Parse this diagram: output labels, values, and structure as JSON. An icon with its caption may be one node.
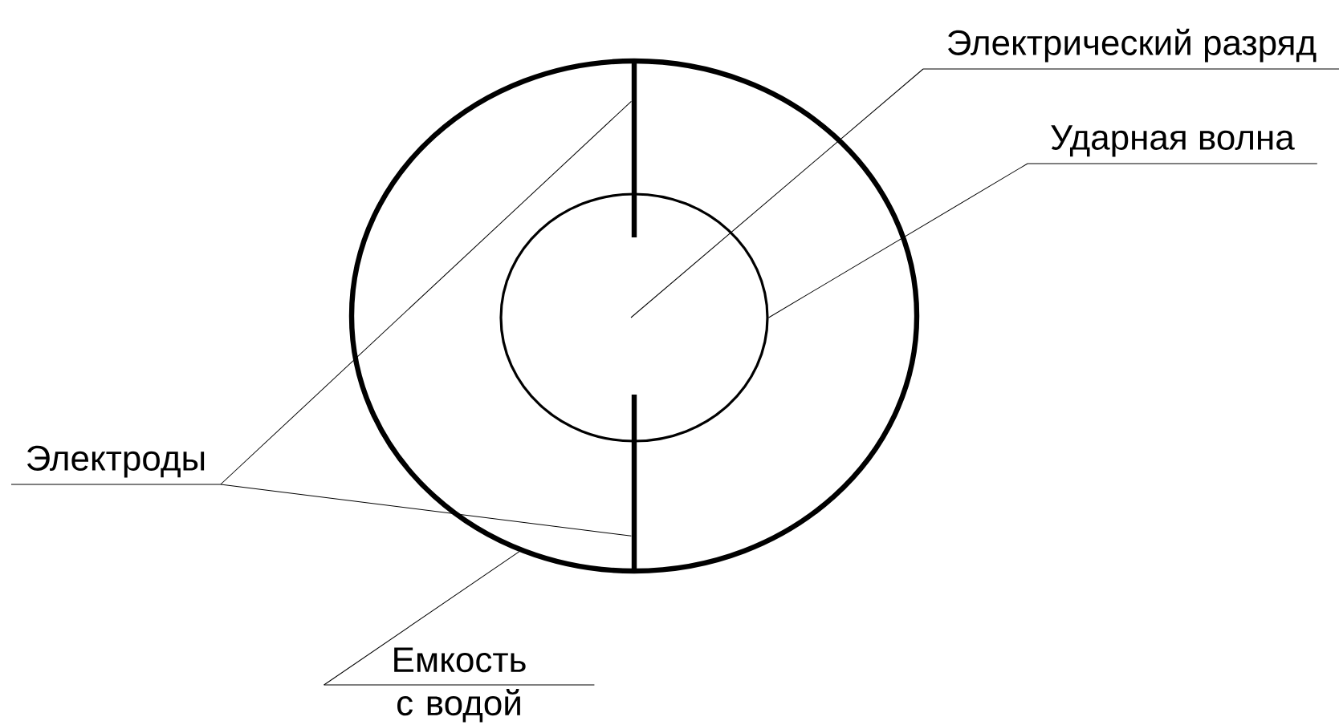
{
  "diagram": {
    "nodes": [
      {
        "text": [
          "Электрический разряд"
        ]
      },
      {
        "text": [
          "Ударная волна"
        ]
      },
      {
        "text": [
          "Электроды"
        ]
      },
      {
        "text": [
          "Емкость с водой"
        ]
      },
      {
        "text": [],
        "shape": "circle"
      },
      {
        "text": [],
        "shape": "circle",
        "in": 4
      },
      {
        "text": [],
        "shape": "bar",
        "in": 4
      },
      {
        "text": [],
        "shape": "bar",
        "in": 4
      }
    ],
    "edges": [
      {
        "from": 0,
        "to": 5,
        "arrow": "none"
      },
      {
        "from": 1,
        "to": 5,
        "arrow": "none"
      },
      {
        "from": 2,
        "to": 6,
        "arrow": "none"
      },
      {
        "from": 2,
        "to": 7,
        "arrow": "none"
      },
      {
        "from": 3,
        "to": 4,
        "arrow": "none"
      }
    ]
  }
}
